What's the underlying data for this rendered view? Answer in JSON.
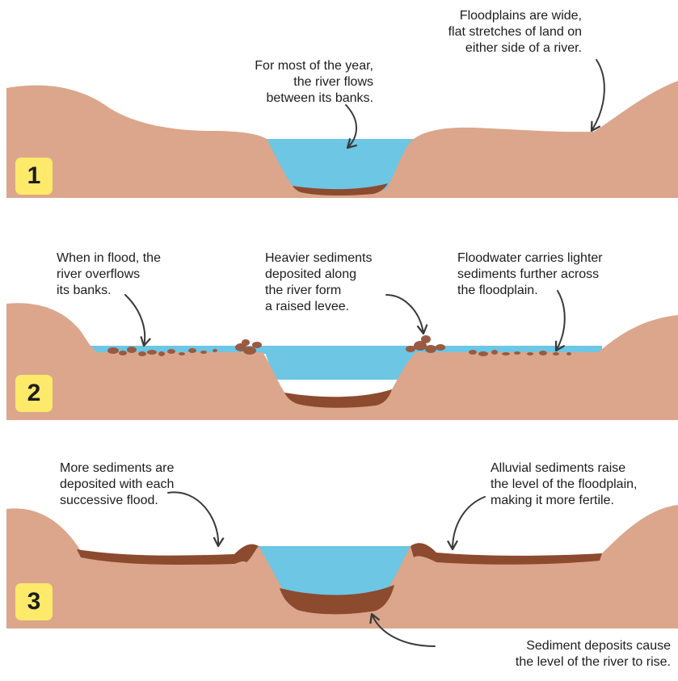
{
  "colors": {
    "land": "#dba68b",
    "water": "#6cc6e4",
    "sediment": "#8c4a2f",
    "badge": "#fde96a",
    "arrow": "#3a3a3a"
  },
  "panel1": {
    "number": "1",
    "label_river": "For most of the year,\nthe river flows\nbetween its banks.",
    "label_floodplain": "Floodplains are wide,\nflat stretches of land on\neither side of a river."
  },
  "panel2": {
    "number": "2",
    "label_overflow": "When in flood, the\nriver overflows\nits banks.",
    "label_levee": "Heavier sediments\ndeposited along\nthe river form\na raised levee.",
    "label_floodwater": "Floodwater carries lighter\nsediments further across\nthe floodplain."
  },
  "panel3": {
    "number": "3",
    "label_more_sediments": "More sediments are\ndeposited with each\nsuccessive flood.",
    "label_alluvial": "Alluvial sediments raise\nthe level of the floodplain,\nmaking it more fertile.",
    "label_riverbed": "Sediment deposits cause\nthe level of the river to rise."
  }
}
